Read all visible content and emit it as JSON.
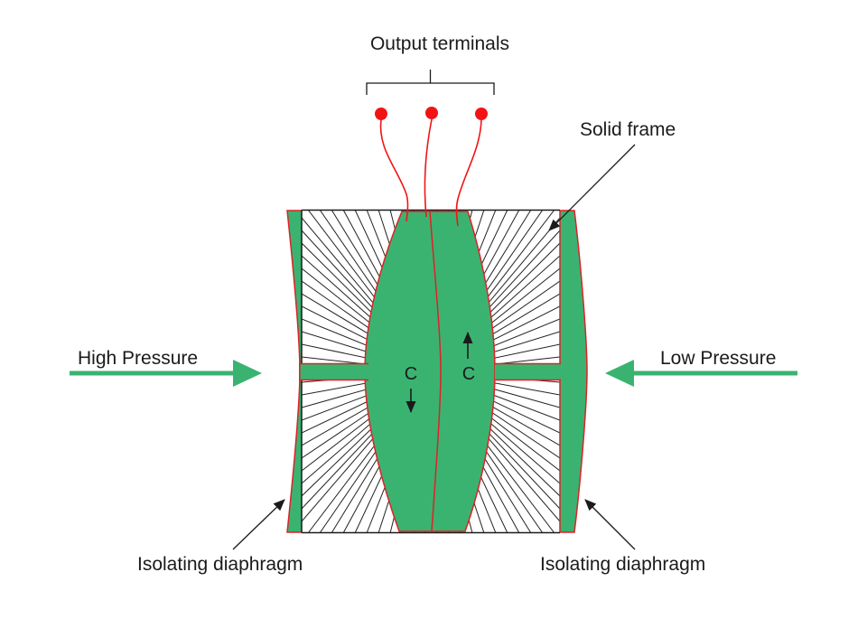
{
  "labels": {
    "output_terminals": "Output terminals",
    "solid_frame": "Solid frame",
    "high_pressure": "High Pressure",
    "low_pressure": "Low Pressure",
    "isolating_diaphragm_left": "Isolating diaphragm",
    "isolating_diaphragm_right": "Isolating diaphragm",
    "capacitance_left": "C",
    "capacitance_right": "C"
  },
  "colors": {
    "fluid_green": "#3ab371",
    "diaphragm_red": "#df2127",
    "terminal_red": "#f21414",
    "line_black": "#1b1b1b",
    "background": "#ffffff"
  }
}
